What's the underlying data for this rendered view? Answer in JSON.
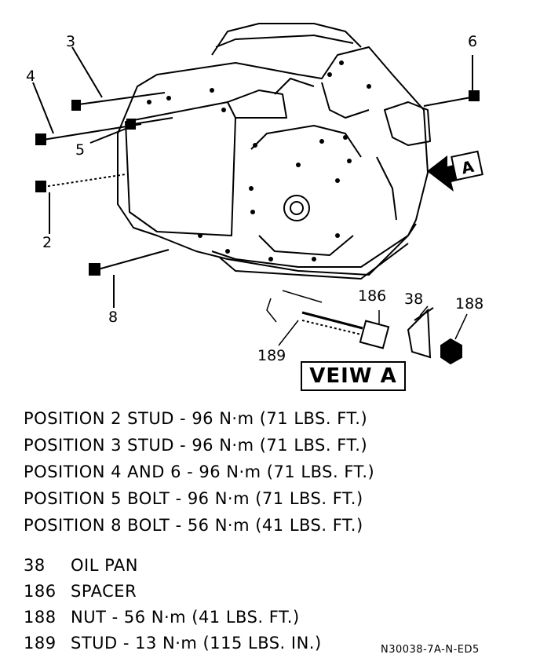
{
  "callouts": {
    "c2": "2",
    "c3": "3",
    "c4": "4",
    "c5": "5",
    "c6": "6",
    "c8": "8",
    "c38": "38",
    "c186": "186",
    "c188": "188",
    "c189": "189"
  },
  "view_arrow_letter": "A",
  "view_label": "VEIW A",
  "torque_specs": [
    "POSITION 2 STUD - 96 N·m (71 LBS. FT.)",
    "POSITION 3 STUD - 96 N·m (71 LBS. FT.)",
    "POSITION 4 AND 6 - 96 N·m (71 LBS. FT.)",
    "POSITION 5 BOLT - 96 N·m (71 LBS. FT.)",
    "POSITION 8 BOLT - 56 N·m (41 LBS. FT.)"
  ],
  "legend": [
    {
      "num": "38",
      "text": "OIL PAN"
    },
    {
      "num": "186",
      "text": "SPACER"
    },
    {
      "num": "188",
      "text": "NUT - 56 N·m (41 LBS. FT.)"
    },
    {
      "num": "189",
      "text": "STUD - 13 N·m (115 LBS. IN.)"
    }
  ],
  "reference_code": "N30038-7A-N-ED5"
}
